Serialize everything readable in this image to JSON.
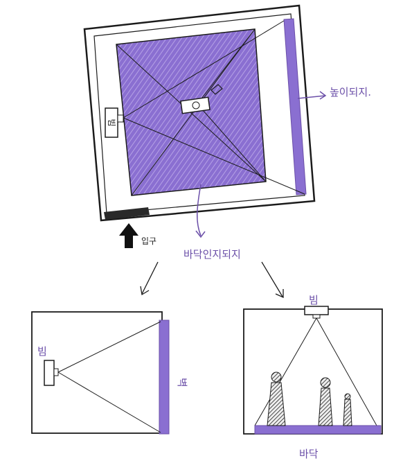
{
  "colors": {
    "ink": "#1b1b1b",
    "purple": "#8a6fd1",
    "purple_dark": "#6b4fa8",
    "paper": "#ffffff"
  },
  "labels": {
    "top_wall_label": "높이되지.",
    "floor_projection_label": "바닥",
    "floor_projection_note": "바닥인지되지",
    "entrance_label": "입구",
    "projector_box_label": "빔",
    "left_panel_projector_label": "빔",
    "left_panel_wall_label": "벽",
    "right_panel_projector_label": "빔",
    "right_panel_floor_label": "바닥"
  },
  "icons": {
    "entrance": "up-arrow-icon",
    "pointer_left": "down-left-arrow-icon",
    "pointer_right": "down-right-arrow-icon"
  }
}
